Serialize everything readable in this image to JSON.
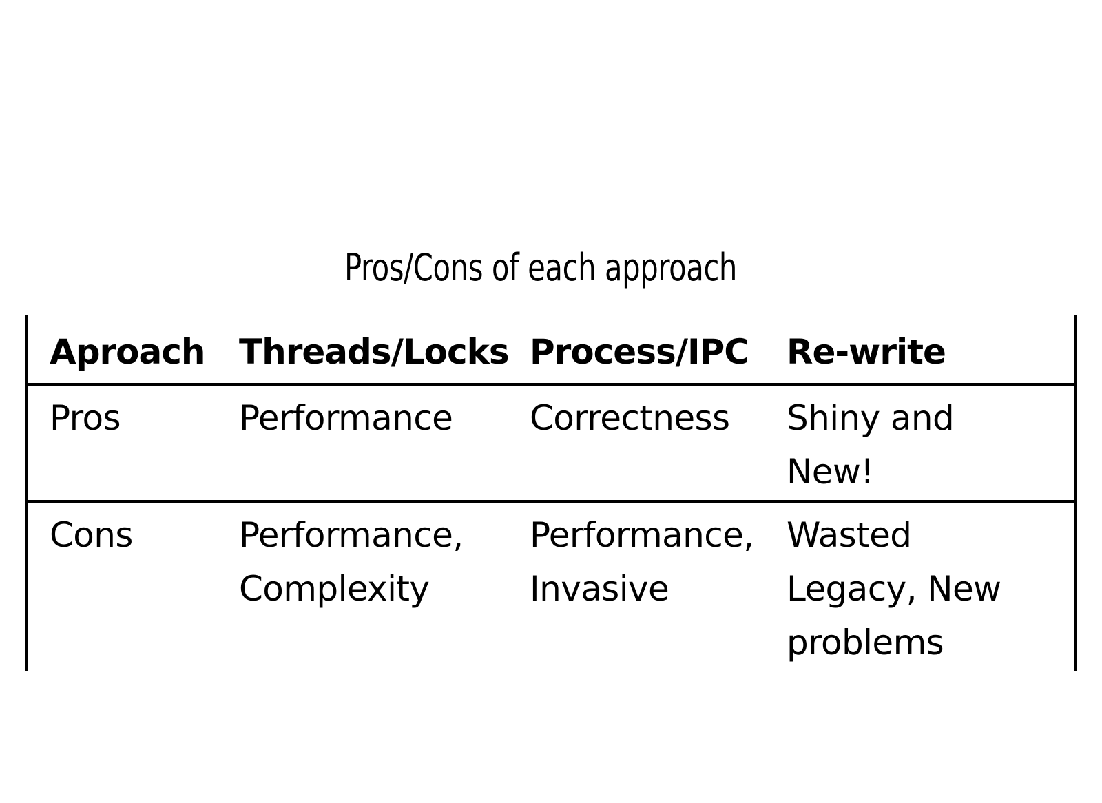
{
  "slide": {
    "title": "Pros/Cons of each approach",
    "background_color": "#ffffff",
    "text_color": "#000000",
    "rule_color": "#000000"
  },
  "table": {
    "columns": [
      "Aproach",
      "Threads/Locks",
      "Process/IPC",
      "Re-write"
    ],
    "rows": [
      {
        "label": "Pros",
        "cells": [
          {
            "lines": [
              "Performance"
            ]
          },
          {
            "lines": [
              "Correctness"
            ]
          },
          {
            "lines": [
              "Shiny and",
              "New!"
            ]
          }
        ]
      },
      {
        "label": "Cons",
        "cells": [
          {
            "lines": [
              "Performance,",
              "Complexity"
            ]
          },
          {
            "lines": [
              "Performance,",
              "Invasive"
            ]
          },
          {
            "lines": [
              "Wasted",
              "Legacy, New",
              "problems"
            ]
          }
        ]
      }
    ]
  }
}
